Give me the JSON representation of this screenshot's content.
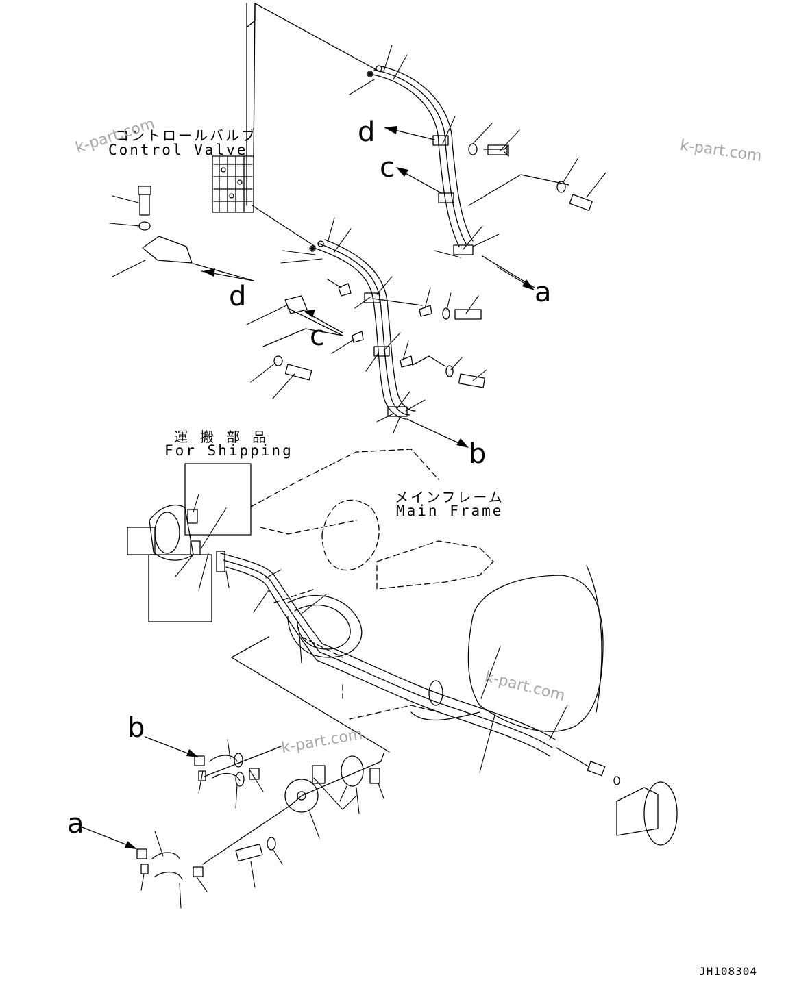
{
  "labels": {
    "control_valve_jp": "コントロールバルブ",
    "control_valve_en": "Control Valve",
    "shipping_jp": "運 搬 部 品",
    "shipping_en": "For Shipping",
    "main_frame_jp": "メインフレーム",
    "main_frame_en": "Main Frame",
    "drawing_code": "JH108304"
  },
  "callout_letters": {
    "a": "a",
    "b": "b",
    "c": "c",
    "d": "d"
  },
  "watermarks": [
    "k-part.com",
    "k-part.com",
    "k-part.com",
    "k-part.com"
  ],
  "colors": {
    "line": "#000000",
    "watermark": "#a8a8a8",
    "background": "#ffffff"
  }
}
